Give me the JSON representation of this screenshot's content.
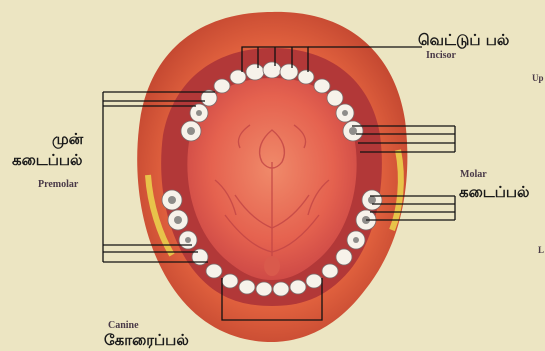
{
  "labels": {
    "incisor": {
      "tamil": "வெட்டுப் பல்",
      "english": "Incisor"
    },
    "premolar": {
      "tamil_line1": "முன்",
      "tamil_line2": "கடைப்பல்",
      "english": "Premolar"
    },
    "molar": {
      "english": "Molar",
      "tamil": "கடைப்பல்"
    },
    "canine": {
      "english": "Canine",
      "tamil": "கோரைப்பல்"
    }
  },
  "edge_text": {
    "top_right": "Up",
    "bottom_right": "L"
  },
  "colors": {
    "paper": "#ece5c2",
    "lips": "#e2603f",
    "mouth_interior": "#b83a3c",
    "palate": "#e36a58",
    "teeth": "#f7f2ea",
    "leader_lines": "#111111"
  }
}
